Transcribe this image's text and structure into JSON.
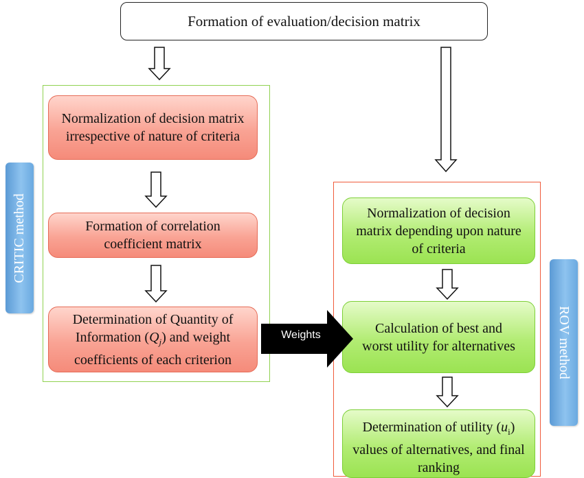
{
  "top_box": {
    "label": "Formation of evaluation/decision matrix"
  },
  "critic": {
    "label": "CRITIC method",
    "steps": [
      {
        "text": "Normalization of decision matrix irrespective of nature of criteria"
      },
      {
        "text": "Formation of correlation coefficient matrix"
      },
      {
        "parts": [
          "Determination of Quantity of Information (",
          "Q",
          "j",
          ") and weight coefficients of each criterion"
        ]
      }
    ]
  },
  "rov": {
    "label": "ROV method",
    "steps": [
      {
        "text": "Normalization of decision matrix depending upon nature of criteria"
      },
      {
        "text": "Calculation of best and worst utility for alternatives"
      },
      {
        "parts": [
          "(",
          "u",
          "i",
          ") values of alternatives, and final ranking"
        ],
        "line1": "Determination of utility"
      }
    ]
  },
  "connector": {
    "label": "Weights"
  },
  "colors": {
    "critic_border": "#8fd14f",
    "rov_border": "#f05a3a",
    "critic_step_fill": "#f9a394",
    "rov_step_fill": "#b2ec73",
    "side_tab": "#7fb6e8",
    "weights_arrow": "#000000"
  }
}
